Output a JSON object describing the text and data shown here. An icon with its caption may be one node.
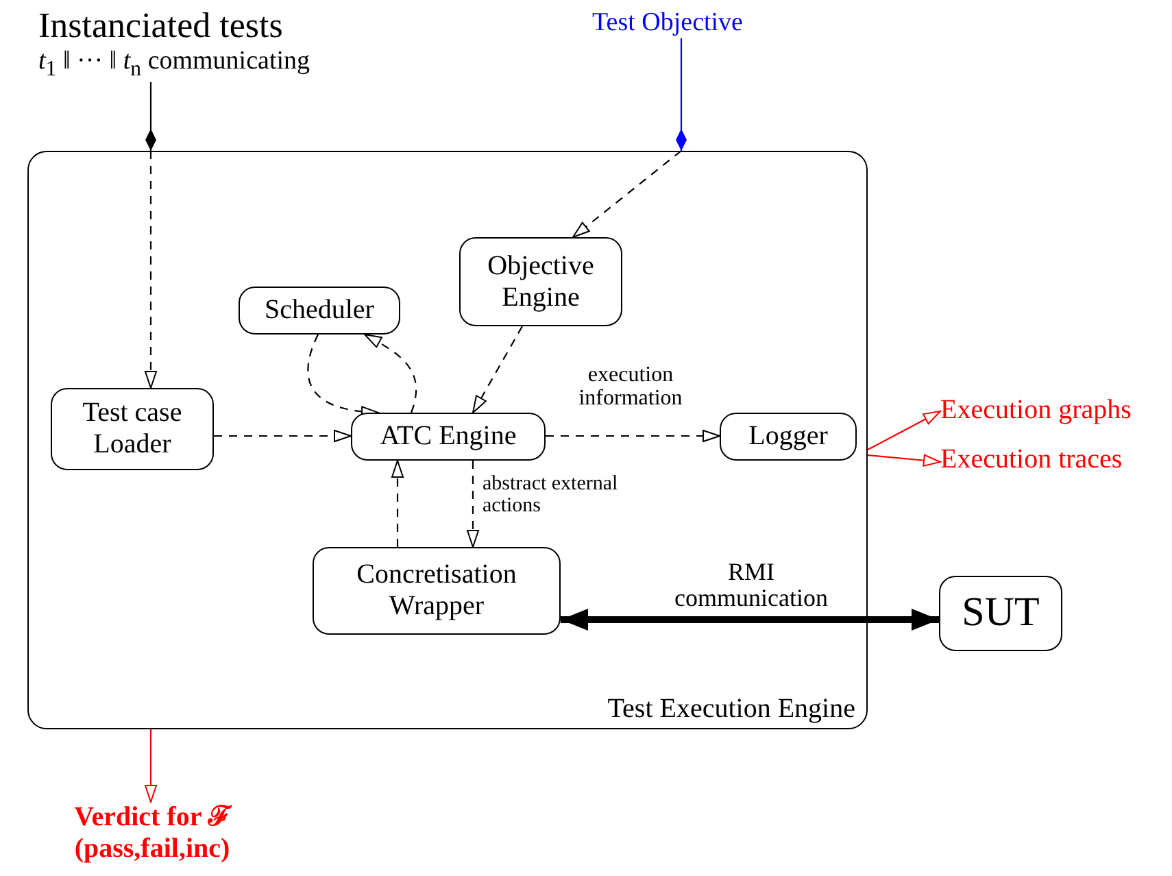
{
  "diagram": {
    "nodes": [
      {
        "text": [
          "Instanciated tests",
          "*t*$_{1}$ ‖ ··· ‖ *t*$_{n}$ communicating"
        ]
      },
      {
        "text": [
          "Test Objective"
        ]
      },
      {
        "text": [
          "Test Execution Engine"
        ]
      },
      {
        "text": [
          "Objective Engine"
        ],
        "in": 2
      },
      {
        "text": [
          "Scheduler"
        ],
        "in": 2
      },
      {
        "text": [
          "Test case Loader"
        ],
        "in": 2
      },
      {
        "text": [
          "ATC Engine"
        ],
        "in": 2
      },
      {
        "text": [
          "Logger"
        ],
        "in": 2
      },
      {
        "text": [
          "Concretisation Wrapper"
        ],
        "in": 2
      },
      {
        "text": [
          "SUT"
        ]
      },
      {
        "text": [
          "Execution graphs"
        ]
      },
      {
        "text": [
          "Execution traces"
        ]
      },
      {
        "text": [
          "Verdict for ℱ (pass,fail,inc)"
        ]
      }
    ],
    "edges": [
      {
        "from": 0,
        "to": 2,
        "arrow": "other"
      },
      {
        "from": 1,
        "to": 2,
        "arrow": "other",
        "color": "#0000ff"
      },
      {
        "from": 2,
        "to": 5,
        "arrow": "to",
        "style": "dashed"
      },
      {
        "from": 2,
        "to": 3,
        "arrow": "to",
        "style": "dashed"
      },
      {
        "from": 3,
        "to": 6,
        "arrow": "to",
        "style": "dashed"
      },
      {
        "from": 4,
        "to": 6,
        "arrow": "to",
        "style": "dashed"
      },
      {
        "from": 6,
        "to": 4,
        "arrow": "to",
        "style": "dashed"
      },
      {
        "from": 5,
        "to": 6,
        "arrow": "to",
        "style": "dashed"
      },
      {
        "from": 6,
        "to": 7,
        "arrow": "to",
        "style": "dashed",
        "label": "execution information"
      },
      {
        "from": 6,
        "to": 8,
        "arrow": "to",
        "style": "dashed",
        "label": "abstract external actions"
      },
      {
        "from": 8,
        "to": 6,
        "arrow": "to",
        "style": "dashed"
      },
      {
        "from": 8,
        "to": 9,
        "arrow": "both",
        "style": "thick",
        "label": "RMI communication"
      },
      {
        "from": 2,
        "to": 10,
        "arrow": "to",
        "color": "#ff0000"
      },
      {
        "from": 2,
        "to": 11,
        "arrow": "to",
        "color": "#ff0000"
      },
      {
        "from": 2,
        "to": 12,
        "arrow": "to",
        "color": "#ff0000"
      }
    ]
  }
}
